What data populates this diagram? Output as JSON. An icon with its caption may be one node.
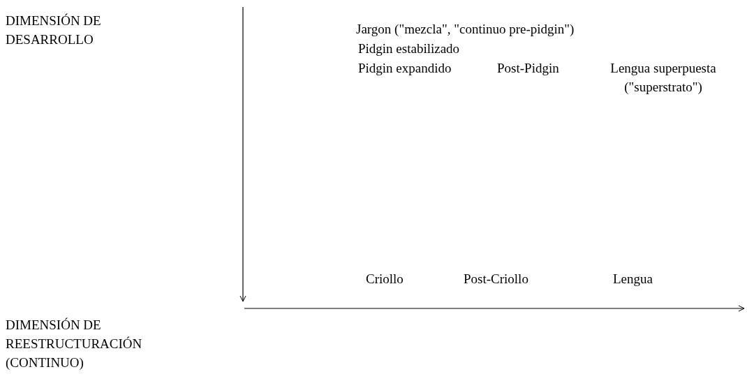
{
  "diagram": {
    "labels": [
      "DIMENSIÓN DE DESARROLLO",
      "Jargon (\"mezcla\", \"continuo pre-pidgin\")",
      "Pidgin estabilizado",
      "Pidgin expandido",
      "Post-Pidgin",
      "Lengua superpuesta (\"superstrato\")",
      "Criollo",
      "Post-Criollo",
      "Lengua",
      "DIMENSIÓN DE REESTRUCTURACIÓN (CONTINUO)"
    ]
  }
}
